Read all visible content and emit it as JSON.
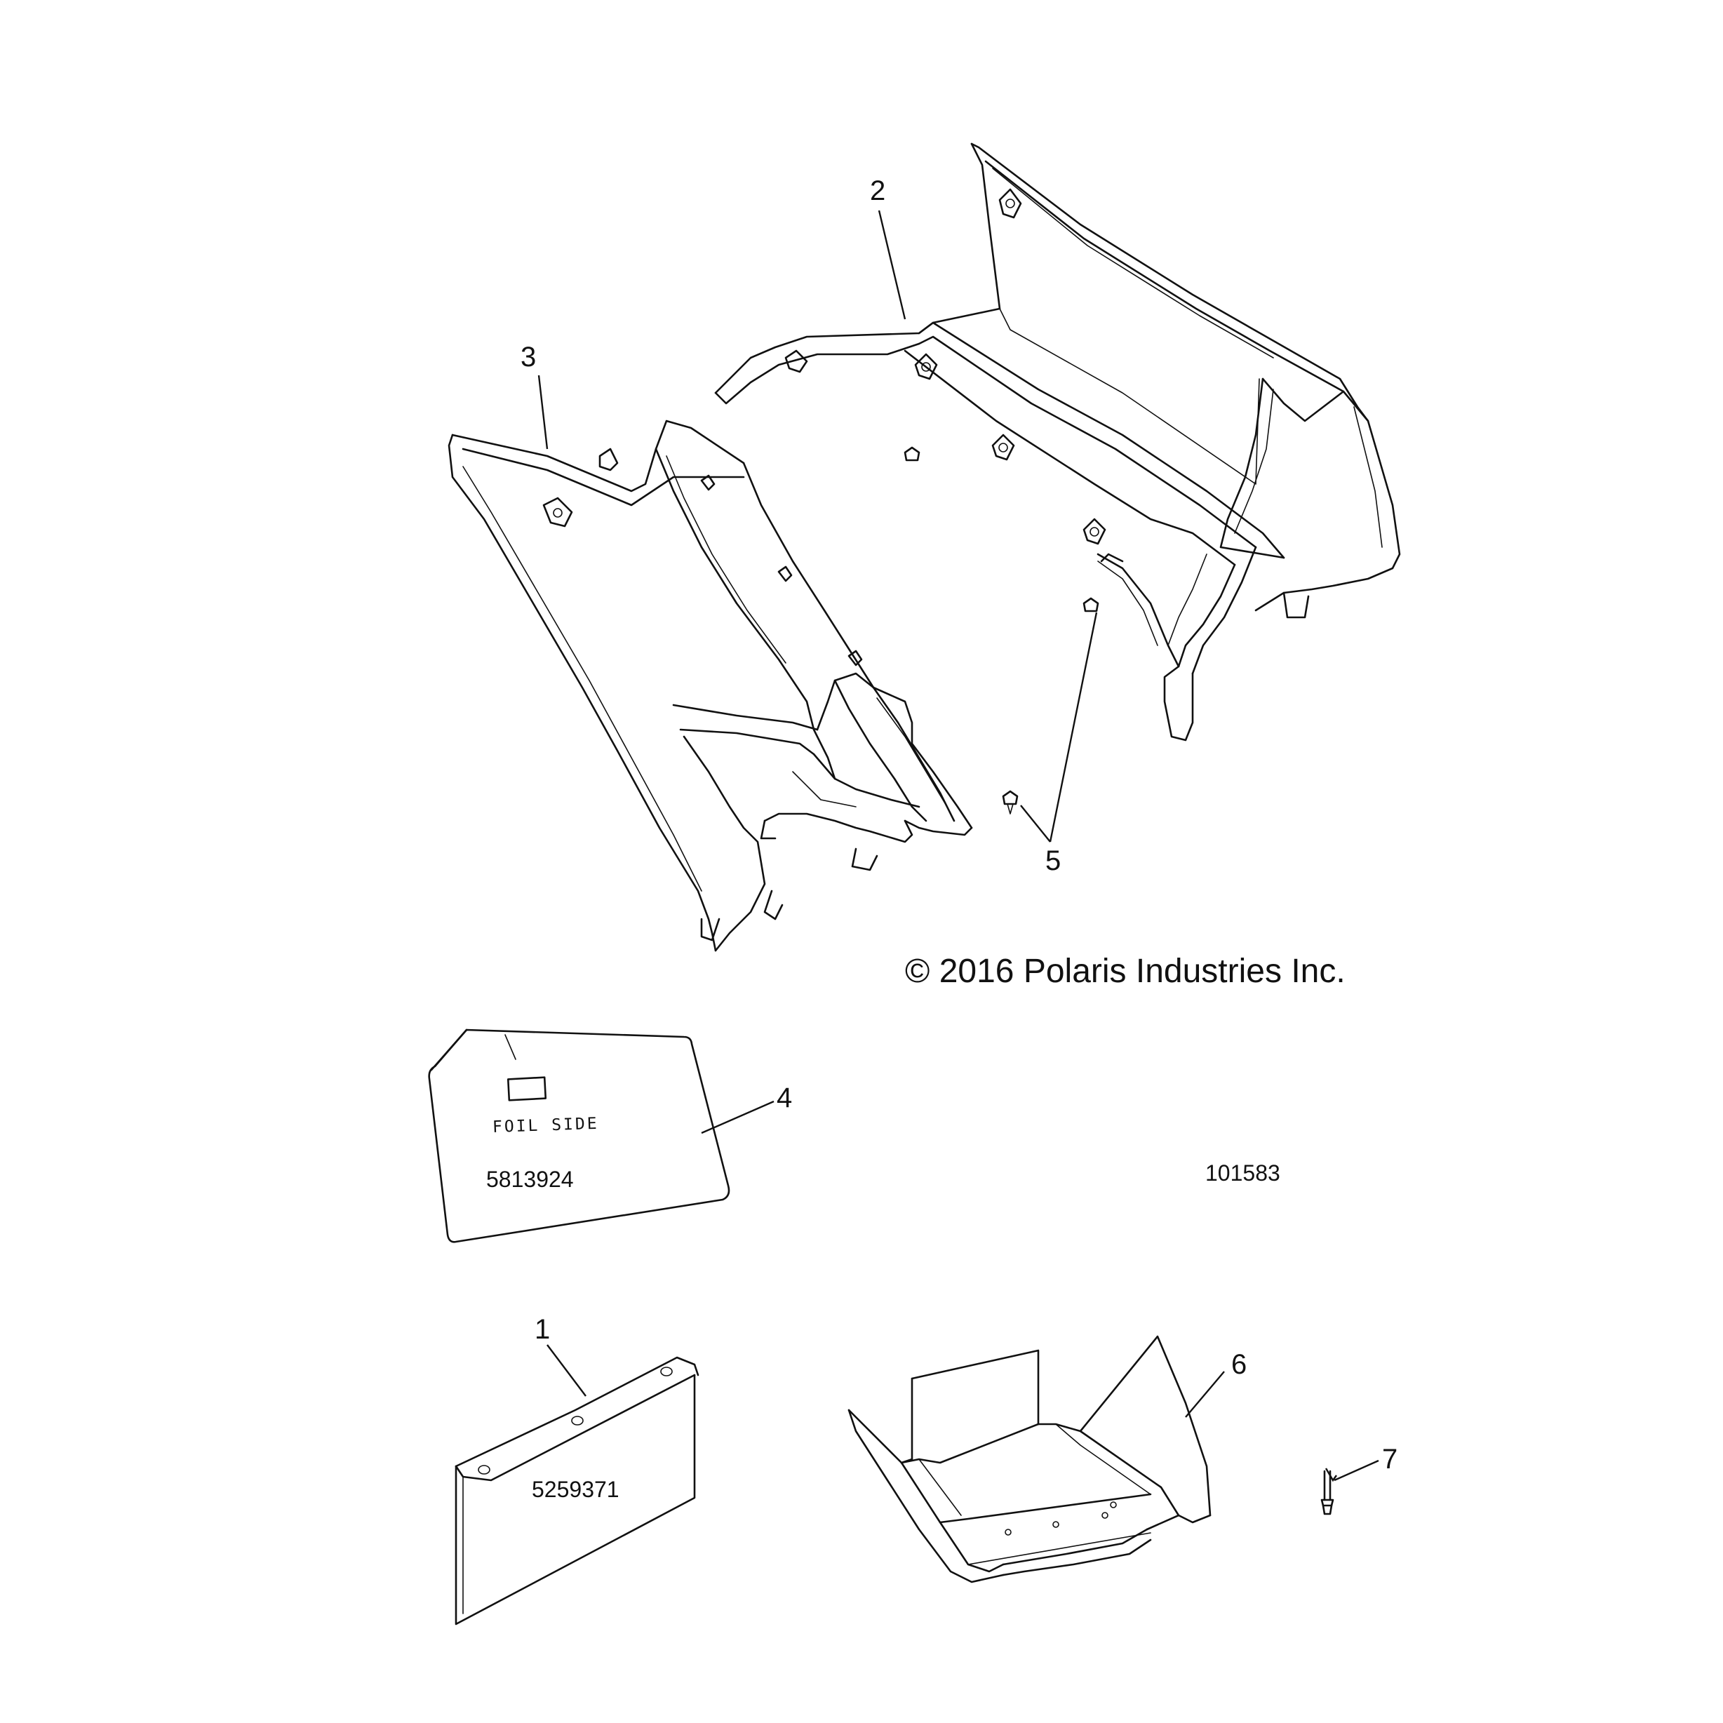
{
  "copyright": "© 2016 Polaris Industries Inc.",
  "figure_id": "101583",
  "callouts": [
    "1",
    "2",
    "3",
    "4",
    "5",
    "6",
    "7"
  ],
  "part4": {
    "label": "FOIL SIDE",
    "number": "5813924"
  },
  "part1": {
    "number": "5259371"
  }
}
